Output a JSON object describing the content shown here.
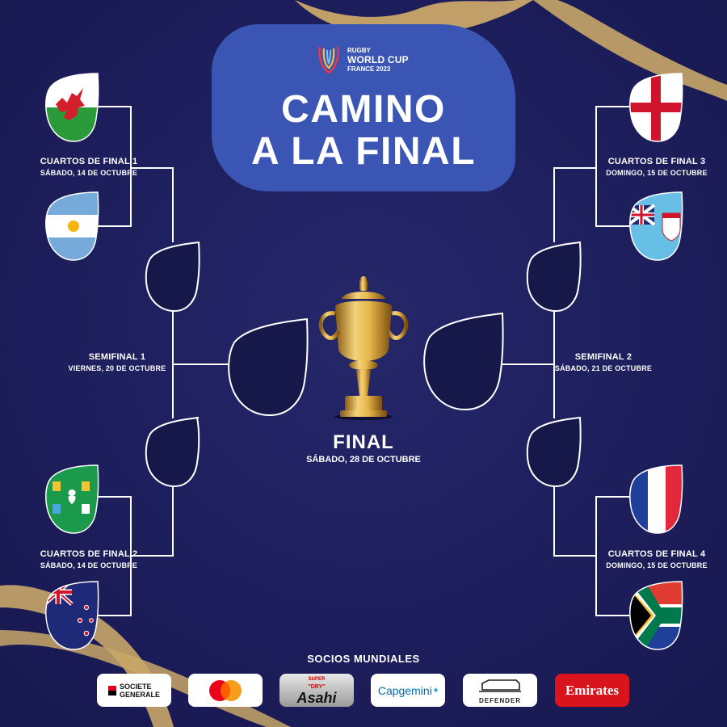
{
  "logo": {
    "line1": "RUGBY",
    "line2": "WORLD CUP",
    "line3": "FRANCE 2023"
  },
  "title": {
    "line1": "CAMINO",
    "line2": "A LA FINAL"
  },
  "quarterfinals": [
    {
      "label": "CUARTOS DE FINAL 1",
      "date": "SÁBADO, 14 DE OCTUBRE",
      "teams": [
        "wales-flag",
        "argentina-flag"
      ]
    },
    {
      "label": "CUARTOS DE FINAL 2",
      "date": "SÁBADO, 14 DE OCTUBRE",
      "teams": [
        "ireland-flag",
        "new-zealand-flag"
      ]
    },
    {
      "label": "CUARTOS DE FINAL 3",
      "date": "DOMINGO, 15 DE OCTUBRE",
      "teams": [
        "england-flag",
        "fiji-flag"
      ]
    },
    {
      "label": "CUARTOS DE FINAL 4",
      "date": "DOMINGO, 15 DE OCTUBRE",
      "teams": [
        "france-flag",
        "south-africa-flag"
      ]
    }
  ],
  "semifinals": [
    {
      "label": "SEMIFINAL 1",
      "date": "VIERNES, 20 DE OCTUBRE"
    },
    {
      "label": "SEMIFINAL 2",
      "date": "SÁBADO, 21 DE OCTUBRE"
    }
  ],
  "final": {
    "label": "FINAL",
    "date": "SÁBADO, 28 DE OCTUBRE"
  },
  "partners": {
    "title": "SOCIOS MUNDIALES",
    "logos": {
      "societe_generale": [
        "SOCIETE",
        "GENERALE"
      ],
      "mastercard": "mastercard-logo",
      "asahi_super": "SUPER",
      "asahi_dry": "\"DRY\"",
      "asahi": "Asahi",
      "capgemini": "Capgemini",
      "defender": "DEFENDER",
      "emirates": "Emirates"
    }
  },
  "colors": {
    "background": "#1b1c58",
    "title_box": "#3a55b3",
    "gold": "#c9a769",
    "bracket_line": "#ffffff"
  }
}
